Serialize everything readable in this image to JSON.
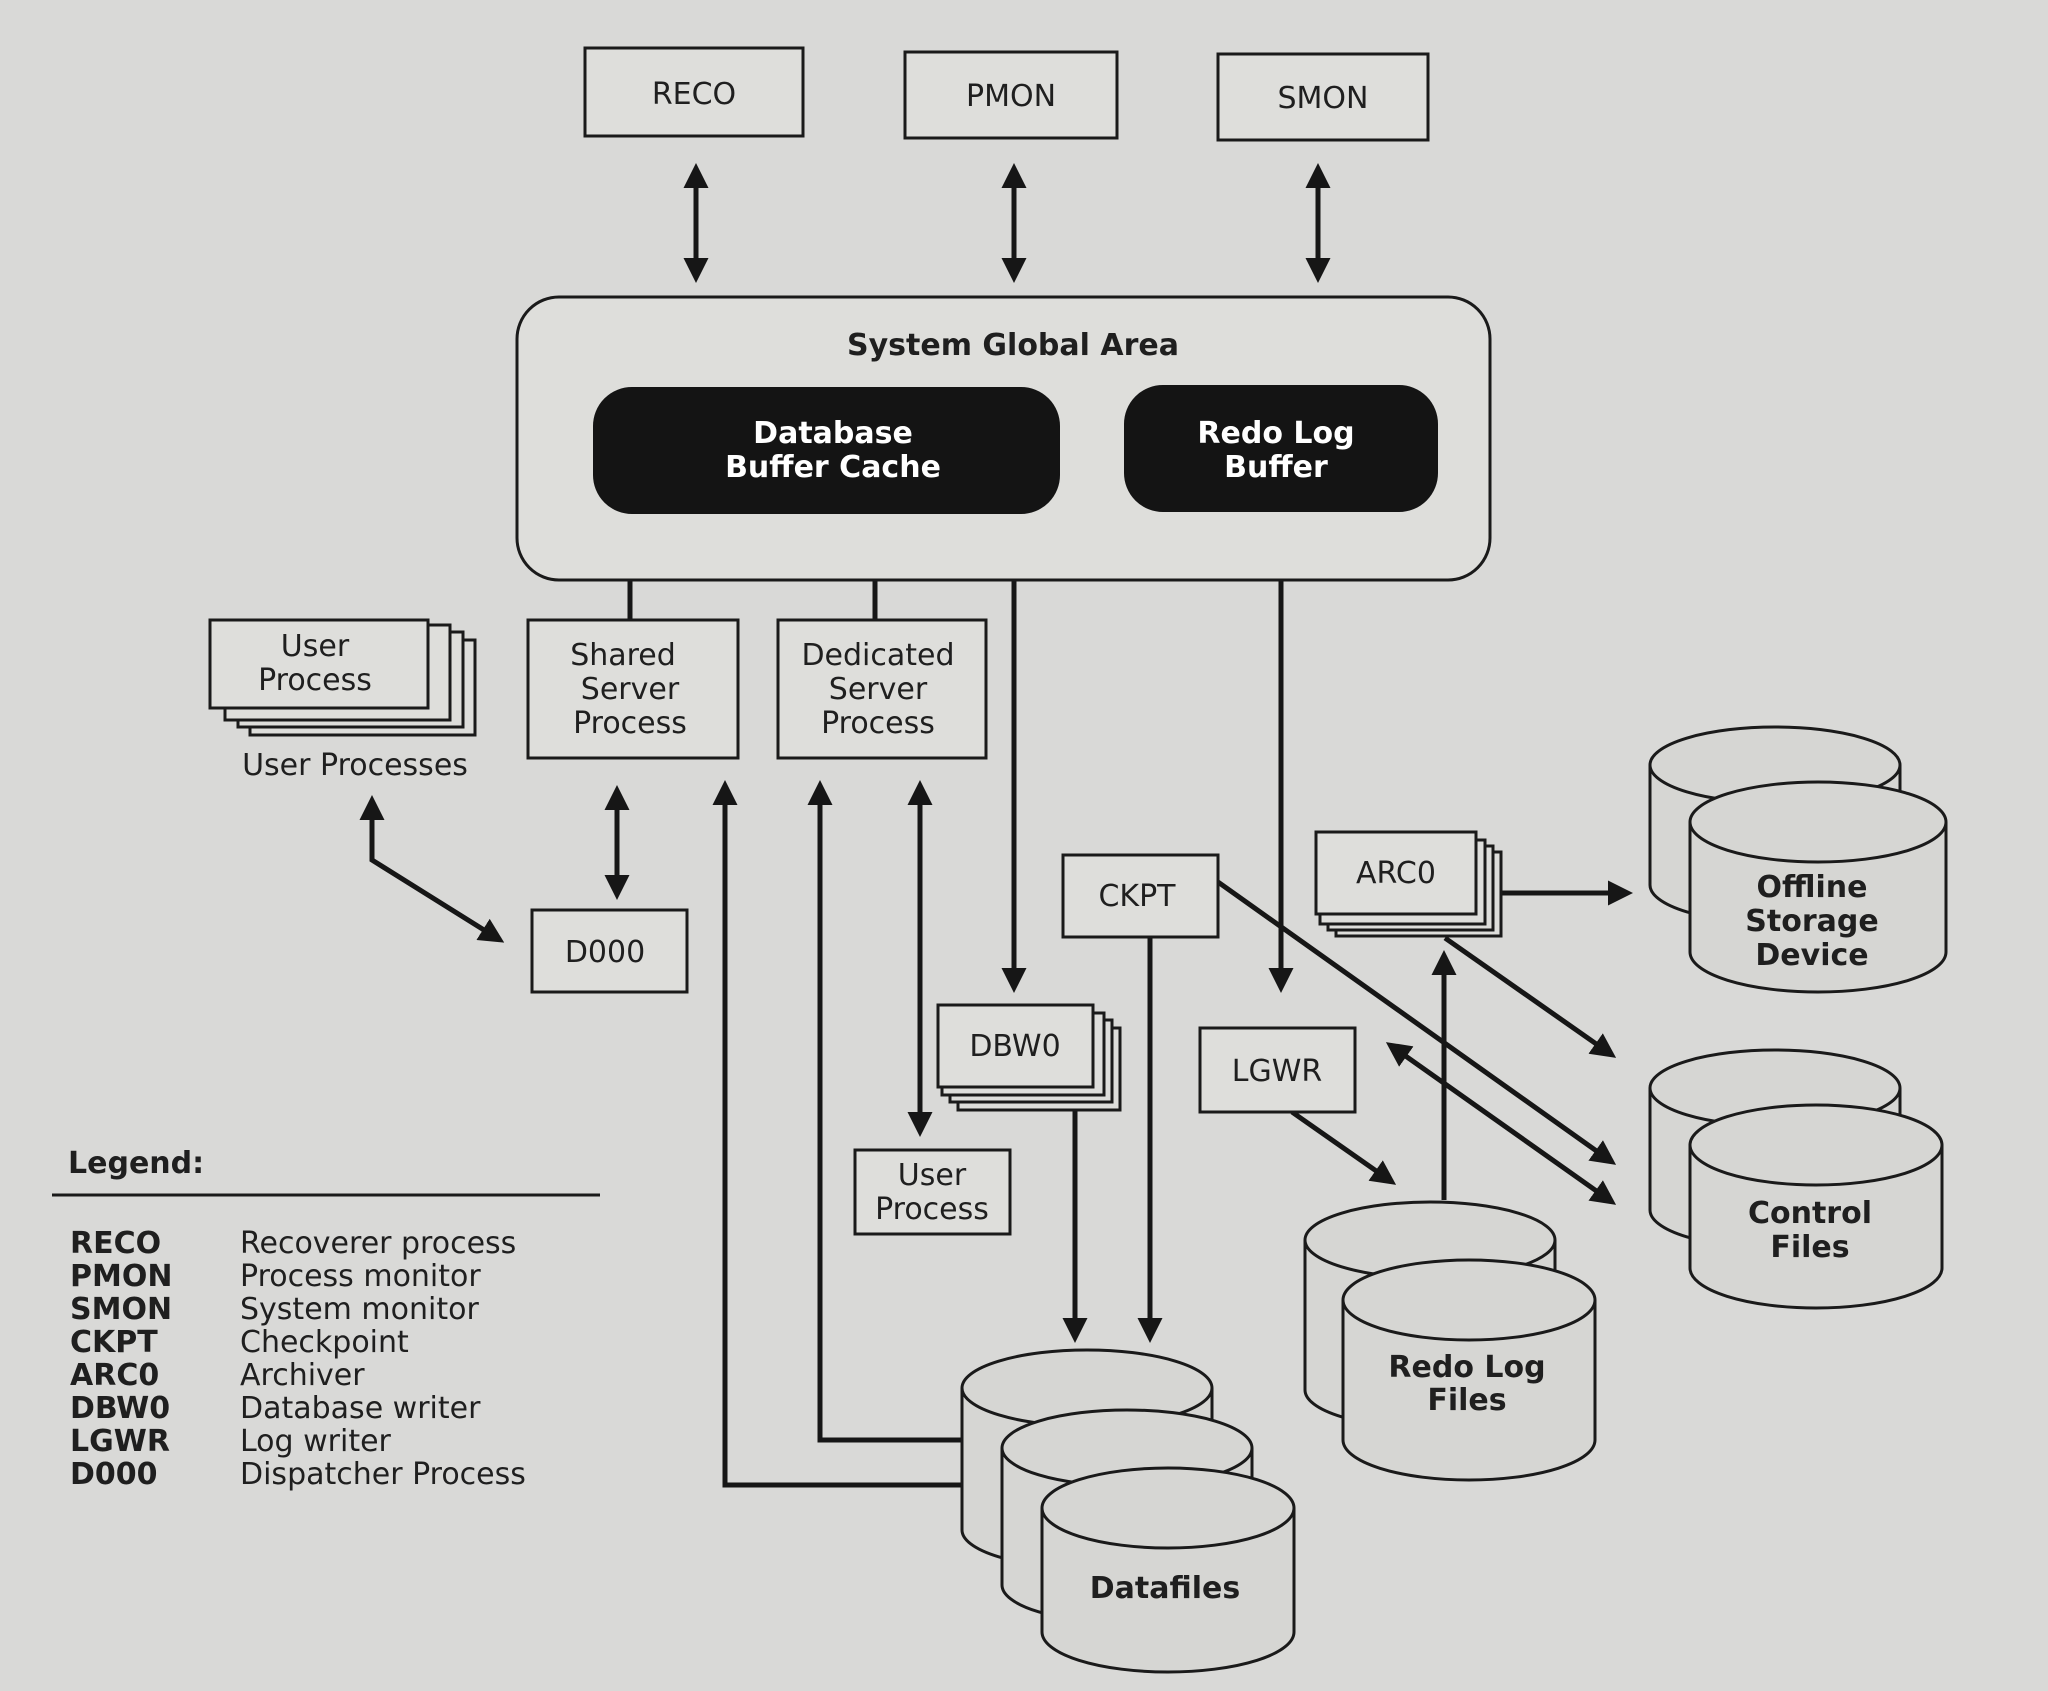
{
  "processes": {
    "reco": "RECO",
    "pmon": "PMON",
    "smon": "SMON",
    "ckpt": "CKPT",
    "arc0": "ARC0",
    "dbw0": "DBW0",
    "lgwr": "LGWR",
    "d000": "D000"
  },
  "sga": {
    "title": "System Global Area",
    "db_buffer_cache": [
      "Database",
      "Buffer Cache"
    ],
    "redo_log_buffer": [
      "Redo Log",
      "Buffer"
    ]
  },
  "server": {
    "shared": [
      "Shared",
      "Server",
      "Process"
    ],
    "dedicated": [
      "Dedicated",
      "Server",
      "Process"
    ]
  },
  "user": {
    "stack": [
      "User",
      "Process"
    ],
    "stack_caption": "User Processes",
    "single": [
      "User",
      "Process"
    ]
  },
  "storage": {
    "offline": [
      "Offline",
      "Storage",
      "Device"
    ],
    "control": [
      "Control",
      "Files"
    ],
    "redo": [
      "Redo Log",
      "Files"
    ],
    "datafiles": "Datafiles"
  },
  "legend": {
    "title": "Legend:",
    "items": [
      {
        "code": "RECO",
        "desc": "Recoverer process"
      },
      {
        "code": "PMON",
        "desc": "Process monitor"
      },
      {
        "code": "SMON",
        "desc": "System monitor"
      },
      {
        "code": "CKPT",
        "desc": "Checkpoint"
      },
      {
        "code": "ARC0",
        "desc": "Archiver"
      },
      {
        "code": "DBW0",
        "desc": "Database writer"
      },
      {
        "code": "LGWR",
        "desc": "Log writer"
      },
      {
        "code": "D000",
        "desc": "Dispatcher Process"
      }
    ]
  }
}
